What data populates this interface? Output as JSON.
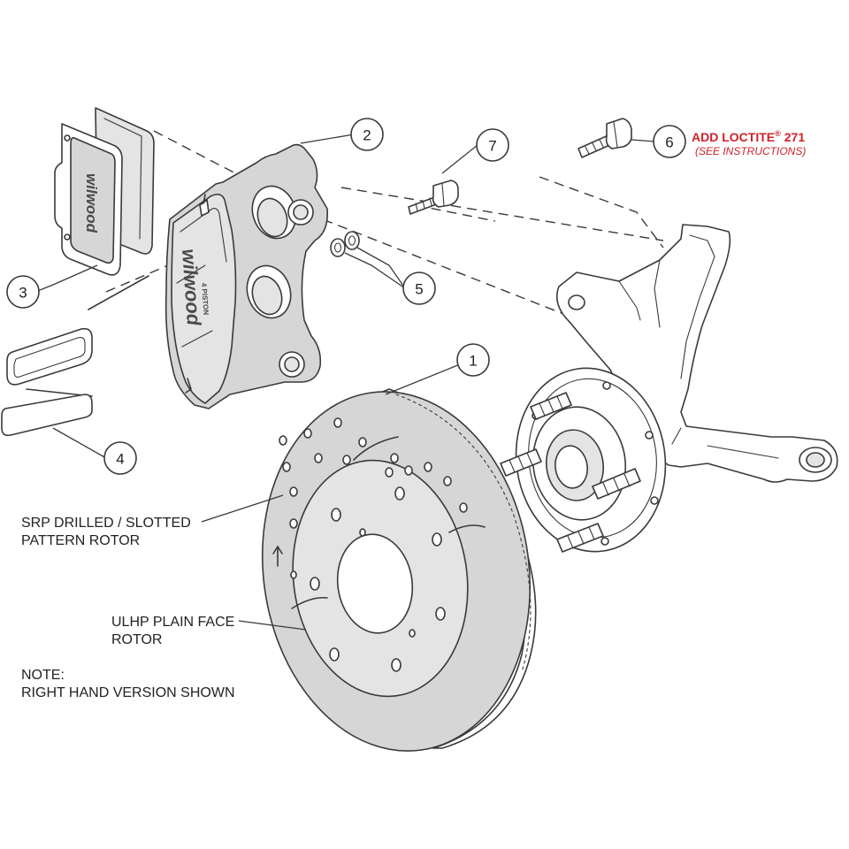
{
  "callouts": {
    "c1": "1",
    "c2": "2",
    "c3": "3",
    "c4": "4",
    "c5": "5",
    "c6": "6",
    "c7": "7"
  },
  "loctite": {
    "prefix": "ADD LOCTITE",
    "registered": "®",
    "number": "271",
    "note": "(SEE INSTRUCTIONS)",
    "color": "#d0202a"
  },
  "labels": {
    "srp_line1": "SRP DRILLED / SLOTTED",
    "srp_line2": "PATTERN ROTOR",
    "ulhp_line1": "ULHP PLAIN FACE",
    "ulhp_line2": "ROTOR",
    "note_line1": "NOTE:",
    "note_line2": "RIGHT HAND VERSION SHOWN"
  },
  "branding": {
    "brand": "wilwood",
    "caliper_sub": "4 PISTON"
  }
}
